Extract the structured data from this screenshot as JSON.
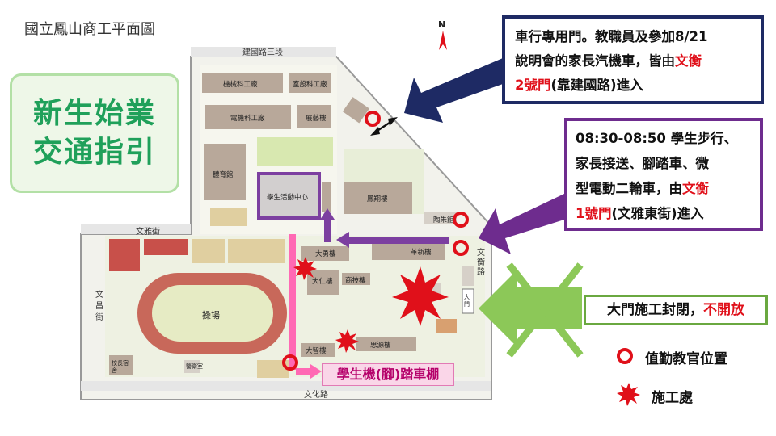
{
  "map_title": "國立鳳山商工平面圖",
  "title_box": {
    "line1": "新生始業",
    "line2": "交通指引"
  },
  "gate_note": {
    "line1": "車行專用門。教職員及參加8/21",
    "line2_a": "說明會的家長汽機車，皆由",
    "line2_b": "文衡",
    "line3_a": "2號門",
    "line3_b": "(靠建國路)進入"
  },
  "walk_note": {
    "line1": "08:30-08:50 學生步行、",
    "line2": "家長接送、腳踏車、微",
    "line3_a": "型電動二輪車，由",
    "line3_b": "文衡",
    "line4_a": "1號門",
    "line4_b": "(文雅東街)進入"
  },
  "closed_note": {
    "a": "大門施工封閉，",
    "b": "不開放"
  },
  "legend": {
    "officer": "值勤教官位置",
    "construction": "施工處"
  },
  "parking_label": "學生機(腳)踏車棚",
  "north_label": "N",
  "streets": {
    "north": "建國路三段",
    "west_upper": "文雅街",
    "west_lower_1": "文",
    "west_lower_2": "昌",
    "west_lower_3": "街",
    "south": "文化路",
    "east_1": "文",
    "east_2": "衡",
    "east_3": "路"
  },
  "buildings": {
    "machine": "機械科工廠",
    "room": "室設科工廠",
    "electric": "電機科工廠",
    "exhibit": "展藝樓",
    "gym": "體育館",
    "activity": "學生活動中心",
    "fengxiang": "鳳翔樓",
    "taozhu": "陶朱館",
    "dayong": "大勇樓",
    "gexin": "革新樓",
    "daren": "大仁樓",
    "shangji": "商技樓",
    "field": "操場",
    "dazhi": "大智樓",
    "siyuan": "思源樓",
    "xiaoyou": "校長宿舍",
    "guard": "警衛室",
    "gate_main": "大門"
  },
  "colors": {
    "navy": "#1e2a64",
    "purple": "#6e2c8e",
    "green_arrow": "#8cc858",
    "red": "#e0101a",
    "pink": "#ff69b4"
  }
}
